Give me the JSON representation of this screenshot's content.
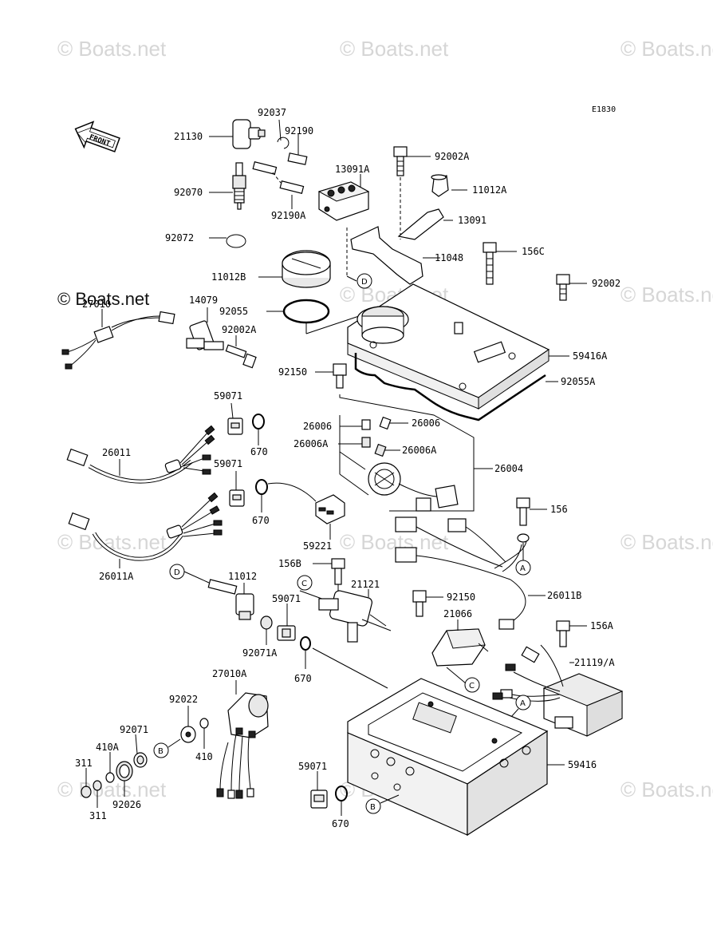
{
  "diagram_code": "E1830",
  "front_label": "FRONT",
  "watermark": "© Boats.net",
  "parts": {
    "p21130": "21130",
    "p92037": "92037",
    "p92190": "92190",
    "p92070": "92070",
    "p92190A": "92190A",
    "p13091A": "13091A",
    "p92002A": "92002A",
    "p11012A": "11012A",
    "p13091": "13091",
    "p92072": "92072",
    "p11048": "11048",
    "p156C": "156C",
    "p11012B": "11012B",
    "p92002": "92002",
    "p27010": "27010",
    "p14079": "14079",
    "p92055": "92055",
    "p92002A_2": "92002A",
    "p59416A": "59416A",
    "p92150": "92150",
    "p92055A": "92055A",
    "p59071": "59071",
    "p26006_1": "26006",
    "p26006_2": "26006",
    "p26006A_1": "26006A",
    "p26006A_2": "26006A",
    "p670": "670",
    "p26011": "26011",
    "p59071_2": "59071",
    "p26004": "26004",
    "p670_2": "670",
    "p156": "156",
    "p59221": "59221",
    "p26011A": "26011A",
    "p156B": "156B",
    "p11012": "11012",
    "p21121": "21121",
    "p59071_3": "59071",
    "p92150_2": "92150",
    "p26011B": "26011B",
    "p21066": "21066",
    "p156A": "156A",
    "p92071A": "92071A",
    "p670_3": "670",
    "p21119A": "21119/A",
    "p27010A": "27010A",
    "p92022": "92022",
    "p92071": "92071",
    "p410A": "410A",
    "p410": "410",
    "p311": "311",
    "p311_2": "311",
    "p92026": "92026",
    "p59416": "59416",
    "p59071_4": "59071",
    "p670_4": "670"
  },
  "refs": {
    "A": "A",
    "B": "B",
    "C": "C",
    "D": "D"
  }
}
